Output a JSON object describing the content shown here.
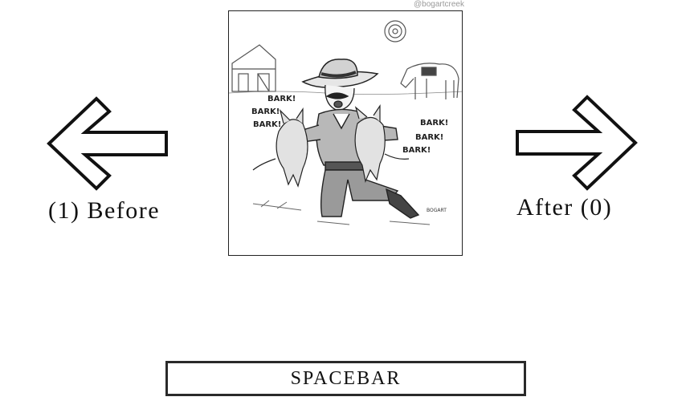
{
  "navigation": {
    "before_label": "(1) Before",
    "after_label": "After (0)",
    "spacebar_label": "SPACEBAR"
  },
  "cartoon": {
    "credit": "@bogartcreek",
    "bark_left": [
      "BARK!",
      "BARK!",
      "BARK!"
    ],
    "bark_right": [
      "BARK!",
      "BARK!",
      "BARK!"
    ],
    "signature": "BOGART"
  },
  "icons": {
    "left": "arrow-left-icon",
    "right": "arrow-right-icon"
  },
  "colors": {
    "outline": "#111111",
    "background": "#ffffff"
  }
}
